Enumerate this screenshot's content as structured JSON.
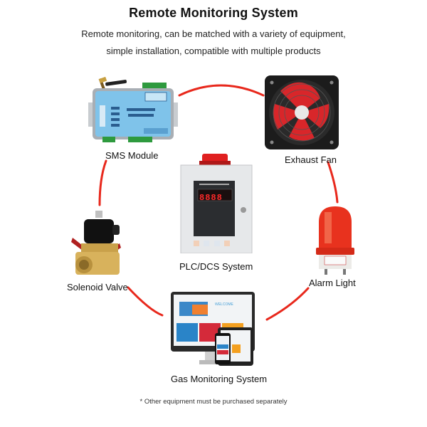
{
  "header": {
    "title": "Remote Monitoring System",
    "subtitle_line1": "Remote monitoring, can be matched with a variety of equipment,",
    "subtitle_line2": "simple installation, compatible with multiple products"
  },
  "nodes": {
    "sms": {
      "label": "SMS Module",
      "icon": "sms-module-icon"
    },
    "fan": {
      "label": "Exhaust Fan",
      "icon": "exhaust-fan-icon"
    },
    "plc": {
      "label": "PLC/DCS System",
      "icon": "gas-detector-controller-icon",
      "display": "8888"
    },
    "valve": {
      "label": "Solenoid Valve",
      "icon": "solenoid-valve-icon"
    },
    "alarm": {
      "label": "Alarm  Light",
      "icon": "alarm-light-icon"
    },
    "gas": {
      "label": "Gas Monitoring System",
      "icon": "monitor-devices-icon",
      "screen_heading": "WELCOME"
    }
  },
  "colors": {
    "connector": "#e8281c",
    "sms_body": "#7fc3ea",
    "fan_blade": "#d8262a"
  },
  "footer": {
    "note": "* Other equipment must be purchased separately"
  }
}
